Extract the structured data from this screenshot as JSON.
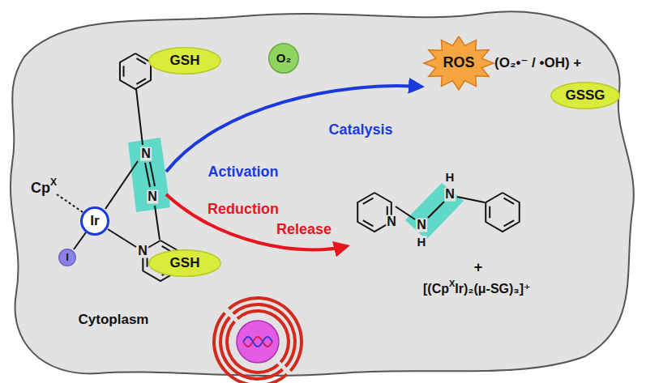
{
  "diagram": {
    "nodes": [
      {
        "text": [
          "GSH"
        ]
      },
      {
        "text": [
          "O₂"
        ]
      },
      {
        "text": [
          "ROS"
        ]
      },
      {
        "text": [
          "GSSG"
        ]
      },
      {
        "text": [
          "Ir"
        ]
      },
      {
        "text": [
          "I"
        ]
      },
      {
        "text": [
          "GSH"
        ]
      }
    ],
    "labels": [
      "Cp",
      "X",
      "N",
      "N",
      "N",
      "Catalysis",
      "Activation",
      "Reduction",
      "Release",
      "(O₂•⁻ / •OH) +",
      "N",
      "H",
      "N",
      "N",
      "H",
      "+",
      "[(Cp",
      "X",
      "Ir)₂(μ-SG)₃]⁺",
      "Cytoplasm"
    ]
  }
}
